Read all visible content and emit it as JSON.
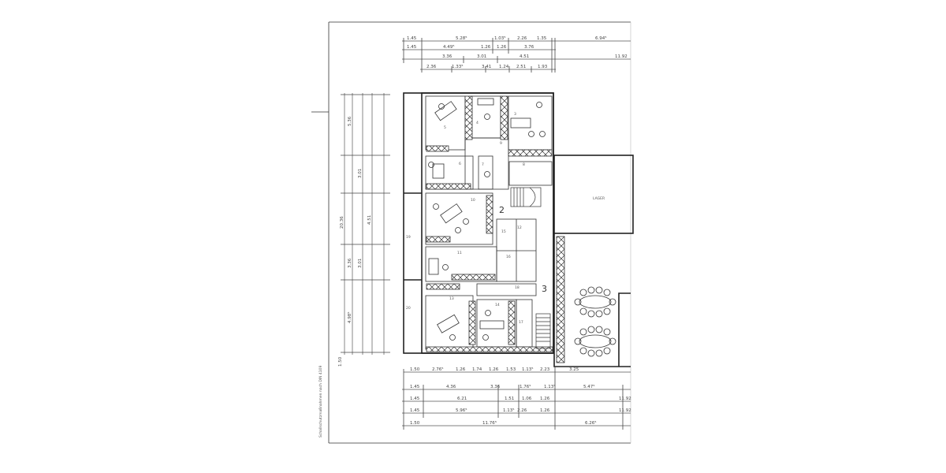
{
  "drawing": {
    "top_dimensions": {
      "row1": [
        "1.45",
        "5.28⁵",
        "1.03⁵",
        "2.26",
        "1.35",
        "6.94⁵"
      ],
      "row2": [
        "1.45",
        "4.49⁵",
        "1.26",
        "1.26",
        "3.76"
      ],
      "row3": [
        "3.36",
        "3.01",
        "4.51",
        "11.92"
      ],
      "row4": [
        "2.36",
        "1.33⁵",
        "3.41",
        "1.24",
        "2.51",
        "1.93"
      ]
    },
    "bottom_dimensions": {
      "row1": [
        "1.50",
        "2.76⁵",
        "1.26",
        "1.74",
        "1.26",
        "1.53",
        "1.13⁵",
        "2.23",
        "3.25"
      ],
      "row2": [
        "1.45",
        "4.36",
        "3.36",
        "1.76⁵",
        "1.13⁵",
        "5.47⁵"
      ],
      "row3": [
        "1.45",
        "6.21",
        "1.51",
        "1.06",
        "1.26",
        "11.92"
      ],
      "row4": [
        "1.45",
        "5.96⁵",
        "1.13⁵",
        "2.26",
        "1.26",
        "11.92"
      ],
      "row5": [
        "1.50",
        "11.76⁵",
        "6.26⁵"
      ]
    },
    "left_dimensions": [
      "5.36",
      "3.01",
      "4.51",
      "3.01",
      "3.36",
      "4.98⁵",
      "20.36",
      "1.50"
    ],
    "rooms": [
      "5",
      "4",
      "3",
      "6",
      "7",
      "8",
      "9",
      "10",
      "11",
      "12",
      "13",
      "14",
      "15",
      "16",
      "17",
      "18",
      "19",
      "20"
    ],
    "storage_label": "LAGER",
    "stair_labels": [
      "2",
      "3"
    ],
    "side_note": "Schallschutzmaßnahmen nach DIN 4109"
  }
}
